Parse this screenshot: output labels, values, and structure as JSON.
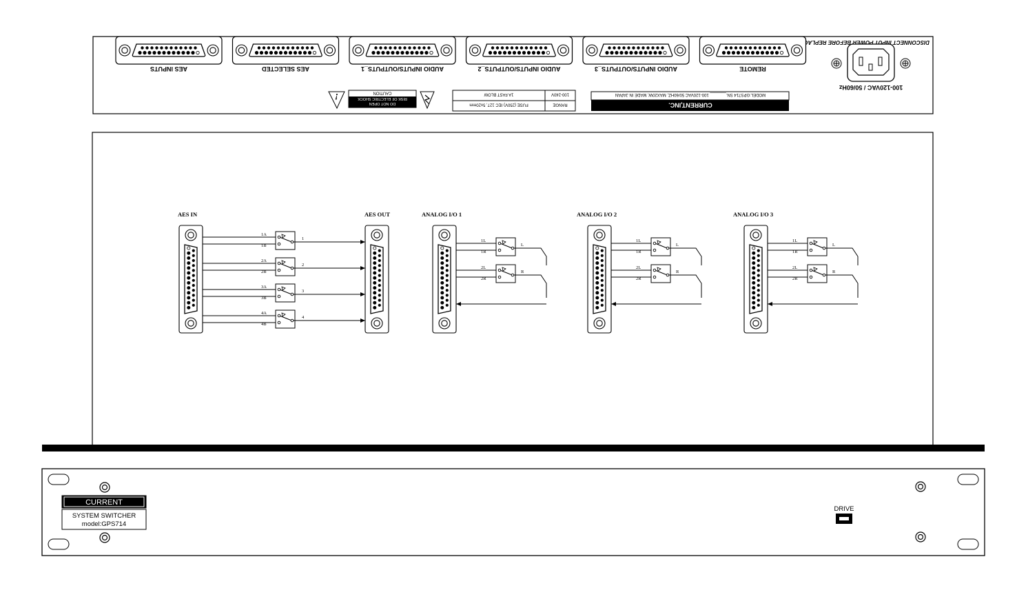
{
  "rear_panel": {
    "connectors": [
      {
        "label": "AES INPUTS"
      },
      {
        "label": "AES SELECTED"
      },
      {
        "label": "AUDIO INPUTS/OUTPUTS_1"
      },
      {
        "label": "AUDIO INPUTS/OUTPUTS_2"
      },
      {
        "label": "AUDIO INPUTS/OUTPUTS_3"
      },
      {
        "label": "REMOTE"
      }
    ],
    "warning_top": "DISCONNECT INPUT POWER BEFORE REPLACING FUSE",
    "power_label": "100-120VAC / 50/60Hz",
    "brand_bar": "CURRENT,INC.",
    "model_line": "MODEL:GPS714 SN._______ 100-120VAC 50/60HZ, MAX20W, MADE IN JAPAN",
    "fuse_table": {
      "range_label": "RANGE",
      "range_value": "100-240V",
      "fuse_label": "FUSE (250V) IEC 127, 5x20mm",
      "fuse_value": "1A FAST BLOW"
    },
    "caution": {
      "line1": "CAUTION",
      "line2": "RISK OF ELECTRIC SHOCK",
      "line3": "DO NOT OPEN"
    }
  },
  "schematic": {
    "aes_in_title": "AES IN",
    "aes_out_title": "AES OUT",
    "aes_channels": [
      {
        "a": "1A",
        "b": "1B",
        "out": "1"
      },
      {
        "a": "2A",
        "b": "2B",
        "out": "2"
      },
      {
        "a": "3A",
        "b": "3B",
        "out": "3"
      },
      {
        "a": "4A",
        "b": "4B",
        "out": "4"
      }
    ],
    "analog_blocks": [
      {
        "title": "ANALOG I/O 1",
        "in1": "1L",
        "in2": "1R",
        "in3": "2L",
        "in4": "2R",
        "out1": "L",
        "out2": "R"
      },
      {
        "title": "ANALOG I/O 2",
        "in1": "1L",
        "in2": "1R",
        "in3": "2L",
        "in4": "2R",
        "out1": "L",
        "out2": "R"
      },
      {
        "title": "ANALOG I/O 3",
        "in1": "1L",
        "in2": "1R",
        "in3": "2L",
        "in4": "2R",
        "out1": "L",
        "out2": "R"
      }
    ]
  },
  "front_panel": {
    "brand": "CURRENT",
    "product_line1": "SYSTEM SWITCHER",
    "product_line2": "model:GPS714",
    "drive_label": "DRIVE"
  }
}
